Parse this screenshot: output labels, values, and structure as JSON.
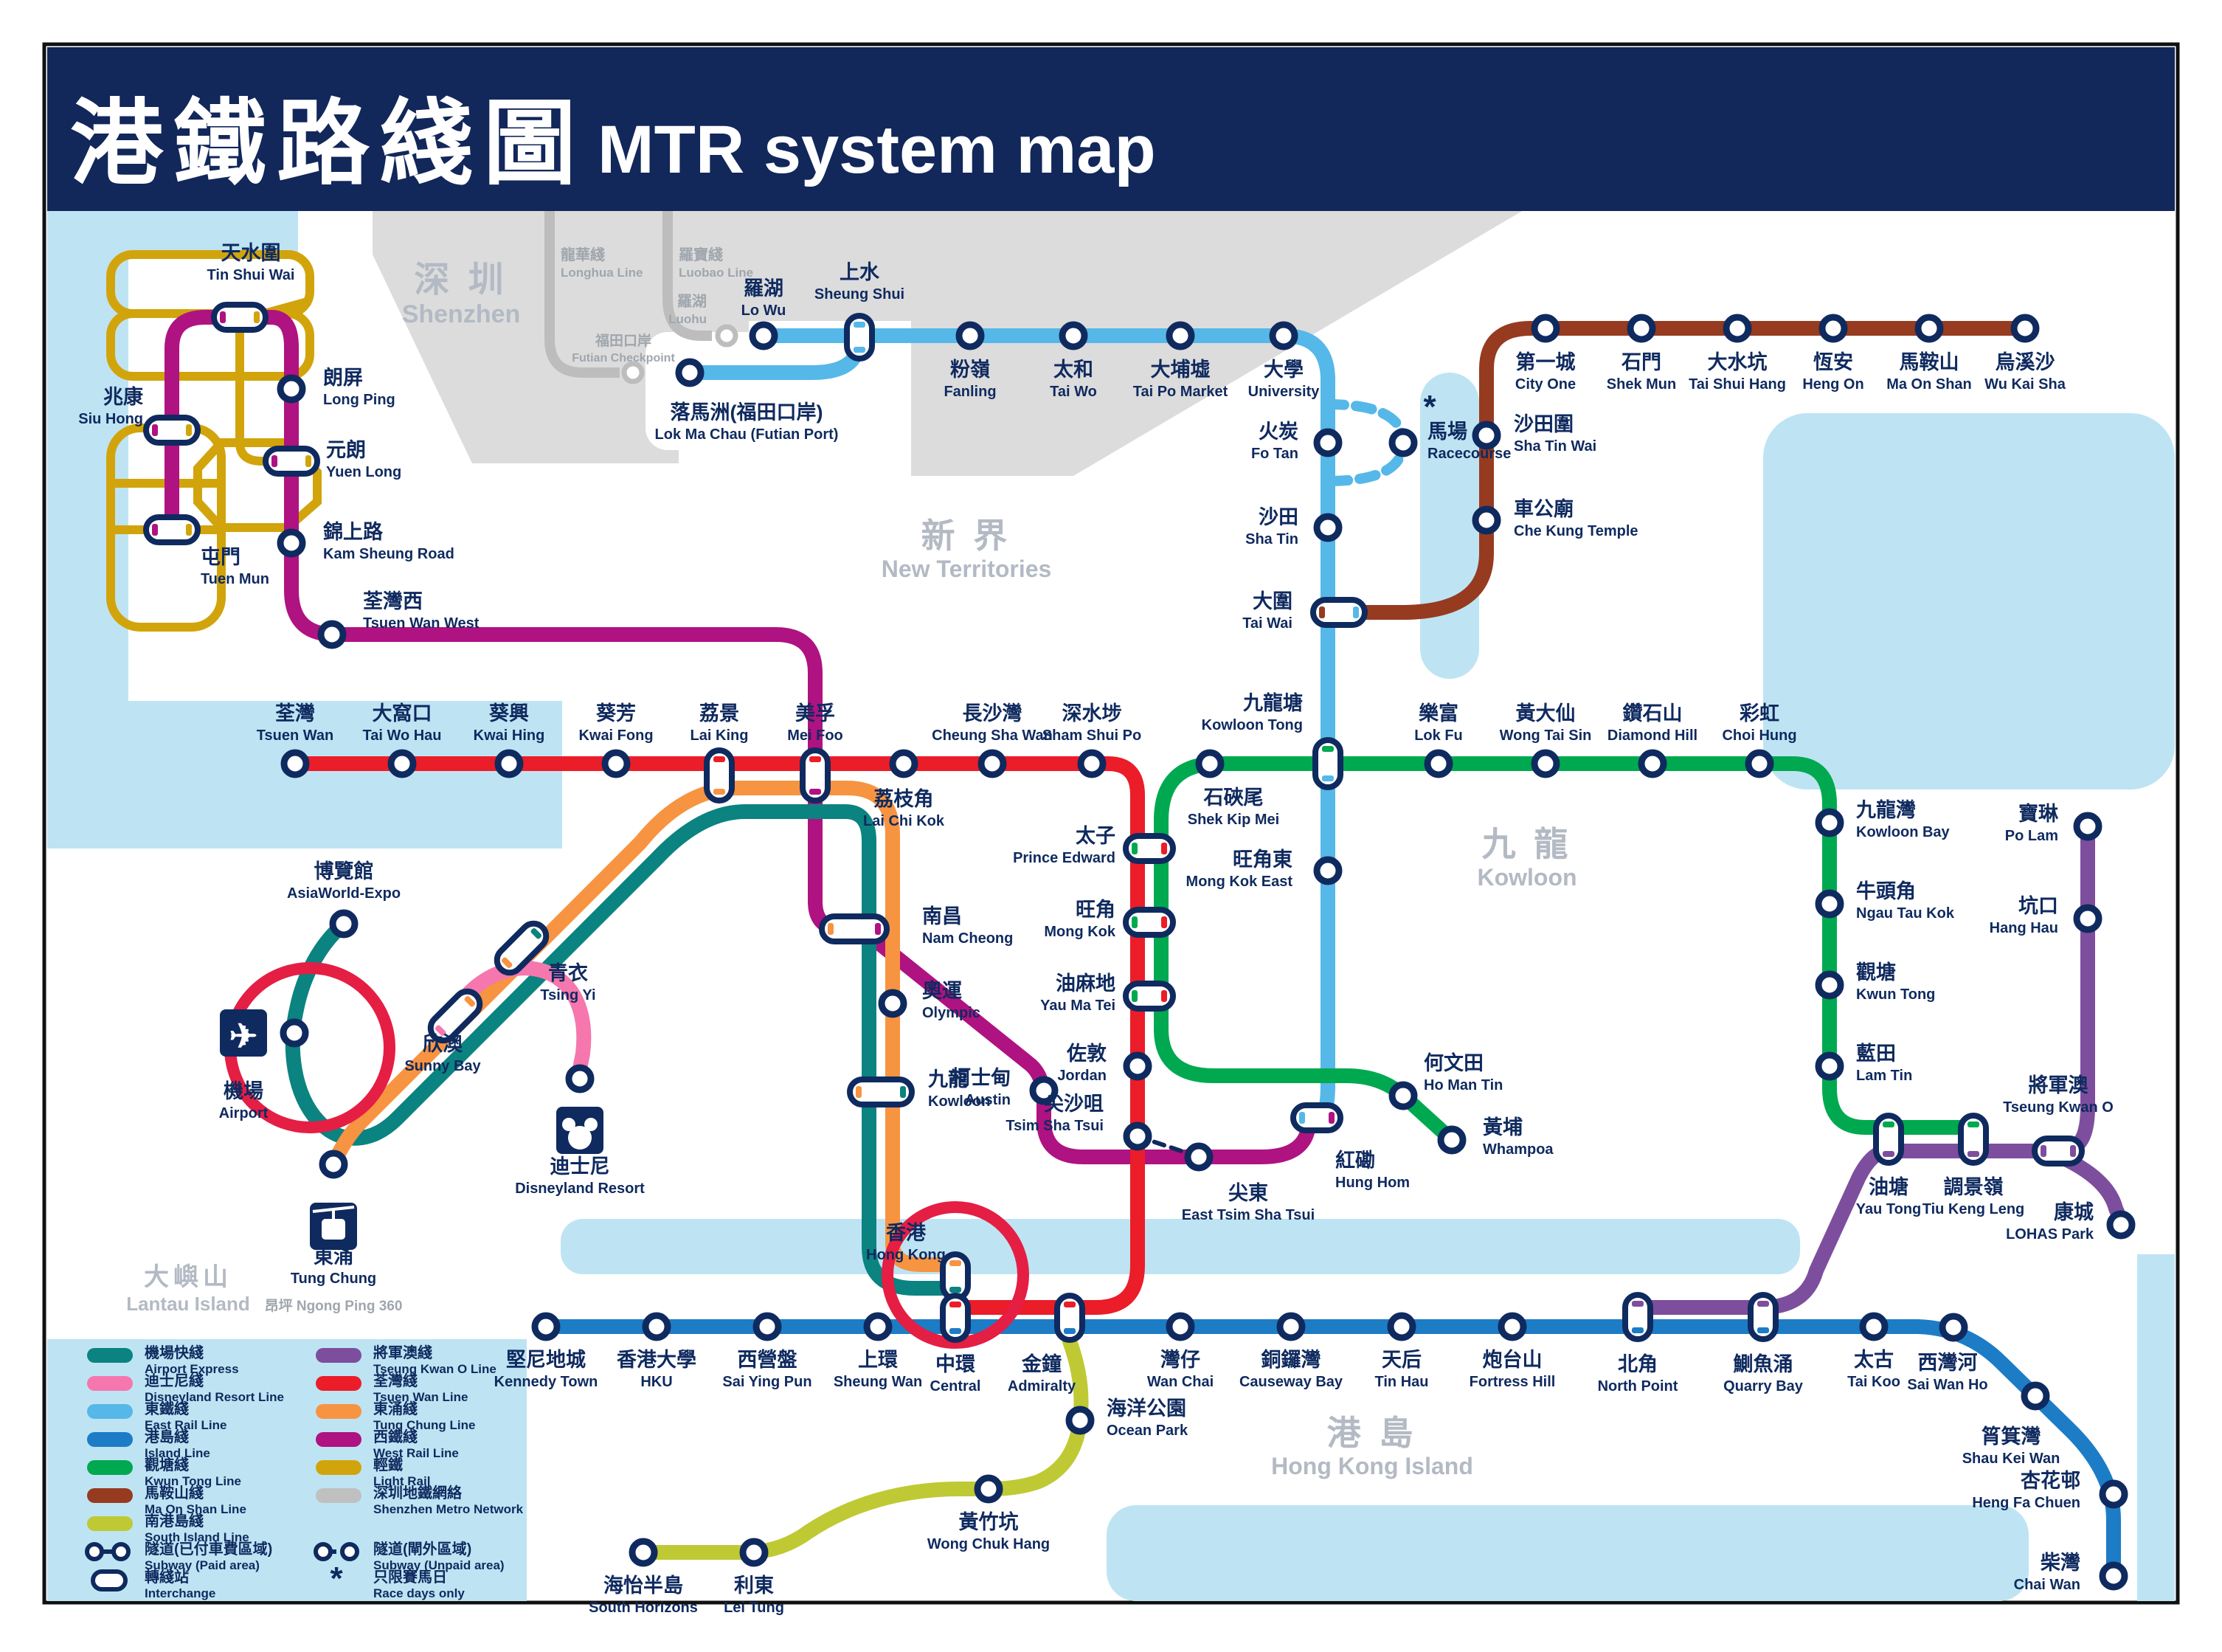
{
  "title": {
    "zh": "港鐵路綫圖",
    "en": "MTR system map"
  },
  "colors": {
    "navy": "#0F2A5F",
    "title_bar": "#12275A",
    "water": "#BEE4F3",
    "shenzhen_area": "#DCDCDC",
    "shenzhen_line": "#BDBDBD",
    "region_text": "#B3BAC4",
    "highlight_ring": "#E51E44"
  },
  "regions": {
    "shenzhen": {
      "zh": "深 圳",
      "en": "Shenzhen"
    },
    "new_territories": {
      "zh": "新 界",
      "en": "New Territories"
    },
    "kowloon": {
      "zh": "九 龍",
      "en": "Kowloon"
    },
    "hong_kong_island": {
      "zh": "港 島",
      "en": "Hong Kong Island"
    },
    "lantau_island": {
      "zh": "大嶼山",
      "en": "Lantau Island"
    }
  },
  "shenzhen_network": {
    "longhua_line": {
      "zh": "龍華綫",
      "en": "Longhua Line"
    },
    "luobao_line": {
      "zh": "羅寶綫",
      "en": "Luobao Line"
    },
    "luohu": {
      "zh": "羅湖",
      "en": "Luohu"
    },
    "futian_checkpoint": {
      "zh": "福田口岸",
      "en": "Futian Checkpoint"
    }
  },
  "notes": {
    "lok_ma_chau_suffix_zh": "(福田口岸)",
    "lok_ma_chau_suffix_en": "(Futian Port)",
    "ngong_ping": {
      "zh": "昂坪",
      "en": "Ngong Ping 360"
    },
    "racecourse_mark": "*"
  },
  "lines": [
    {
      "id": "ael",
      "zh": "機場快綫",
      "en": "Airport Express",
      "color": "#0B8380",
      "stations": [
        "asiaworld_expo",
        "airport",
        "tsing_yi",
        "kowloon",
        "hong_kong"
      ]
    },
    {
      "id": "drl",
      "zh": "迪士尼綫",
      "en": "Disneyland Resort Line",
      "color": "#F577AE",
      "stations": [
        "sunny_bay",
        "disneyland_resort"
      ]
    },
    {
      "id": "erl",
      "zh": "東鐵綫",
      "en": "East Rail Line",
      "color": "#55B8E8",
      "stations": [
        "lo_wu",
        "lok_ma_chau",
        "sheung_shui",
        "fanling",
        "tai_wo",
        "tai_po_market",
        "university",
        "fo_tan",
        "racecourse",
        "sha_tin",
        "tai_wai",
        "kowloon_tong",
        "mong_kok_east",
        "hung_hom"
      ]
    },
    {
      "id": "isl",
      "zh": "港島綫",
      "en": "Island Line",
      "color": "#1D7CC6",
      "stations": [
        "kennedy_town",
        "hku",
        "sai_ying_pun",
        "sheung_wan",
        "central",
        "admiralty",
        "wan_chai",
        "causeway_bay",
        "tin_hau",
        "fortress_hill",
        "north_point",
        "quarry_bay",
        "tai_koo",
        "sai_wan_ho",
        "shau_kei_wan",
        "heng_fa_chuen",
        "chai_wan"
      ]
    },
    {
      "id": "ktl",
      "zh": "觀塘綫",
      "en": "Kwun Tong Line",
      "color": "#00A950",
      "stations": [
        "whampoa",
        "ho_man_tin",
        "yau_ma_tei",
        "mong_kok",
        "prince_edward",
        "shek_kip_mei",
        "kowloon_tong",
        "lok_fu",
        "wong_tai_sin",
        "diamond_hill",
        "choi_hung",
        "kowloon_bay",
        "ngau_tau_kok",
        "kwun_tong",
        "lam_tin",
        "yau_tong",
        "tiu_keng_leng"
      ]
    },
    {
      "id": "mol",
      "zh": "馬鞍山綫",
      "en": "Ma On Shan Line",
      "color": "#963B20",
      "stations": [
        "wu_kai_sha",
        "ma_on_shan",
        "heng_on",
        "tai_shui_hang",
        "shek_mun",
        "city_one",
        "sha_tin_wai",
        "che_kung_temple",
        "tai_wai"
      ]
    },
    {
      "id": "sil",
      "zh": "南港島綫",
      "en": "South Island Line",
      "color": "#BFC934",
      "stations": [
        "admiralty",
        "ocean_park",
        "wong_chuk_hang",
        "lei_tung",
        "south_horizons"
      ]
    },
    {
      "id": "tkl",
      "zh": "將軍澳綫",
      "en": "Tseung Kwan O Line",
      "color": "#7D4E9D",
      "stations": [
        "north_point",
        "quarry_bay",
        "yau_tong",
        "tiu_keng_leng",
        "tseung_kwan_o",
        "hang_hau",
        "po_lam",
        "lohas_park"
      ]
    },
    {
      "id": "twl",
      "zh": "荃灣綫",
      "en": "Tsuen Wan Line",
      "color": "#EB1D28",
      "stations": [
        "tsuen_wan",
        "tai_wo_hau",
        "kwai_hing",
        "kwai_fong",
        "lai_king",
        "mei_foo",
        "lai_chi_kok",
        "cheung_sha_wan",
        "sham_shui_po",
        "prince_edward",
        "mong_kok",
        "yau_ma_tei",
        "jordan",
        "tsim_sha_tsui",
        "admiralty",
        "central"
      ]
    },
    {
      "id": "tcl",
      "zh": "東涌綫",
      "en": "Tung Chung Line",
      "color": "#F79441",
      "stations": [
        "tung_chung",
        "sunny_bay",
        "tsing_yi",
        "lai_king",
        "nam_cheong",
        "olympic",
        "kowloon",
        "hong_kong"
      ]
    },
    {
      "id": "wrl",
      "zh": "西鐵綫",
      "en": "West Rail Line",
      "color": "#AF1281",
      "stations": [
        "tuen_mun",
        "siu_hong",
        "tin_shui_wai",
        "long_ping",
        "yuen_long",
        "kam_sheung_road",
        "tsuen_wan_west",
        "mei_foo",
        "nam_cheong",
        "austin",
        "east_tsim_sha_tsui",
        "hung_hom"
      ]
    },
    {
      "id": "lr",
      "zh": "輕鐵",
      "en": "Light Rail",
      "color": "#D2A40C",
      "stations": []
    },
    {
      "id": "szn",
      "zh": "深圳地鐵網絡",
      "en": "Shenzhen Metro Network",
      "color": "#C0C0C0",
      "stations": []
    }
  ],
  "stations": {
    "lo_wu": {
      "zh": "羅湖",
      "en": "Lo Wu"
    },
    "lok_ma_chau": {
      "zh": "落馬洲",
      "en": "Lok Ma Chau"
    },
    "sheung_shui": {
      "zh": "上水",
      "en": "Sheung Shui"
    },
    "fanling": {
      "zh": "粉嶺",
      "en": "Fanling"
    },
    "tai_wo": {
      "zh": "太和",
      "en": "Tai Wo"
    },
    "tai_po_market": {
      "zh": "大埔墟",
      "en": "Tai Po Market"
    },
    "university": {
      "zh": "大學",
      "en": "University"
    },
    "fo_tan": {
      "zh": "火炭",
      "en": "Fo Tan"
    },
    "racecourse": {
      "zh": "馬場",
      "en": "Racecourse"
    },
    "sha_tin": {
      "zh": "沙田",
      "en": "Sha Tin"
    },
    "tai_wai": {
      "zh": "大圍",
      "en": "Tai Wai"
    },
    "kowloon_tong": {
      "zh": "九龍塘",
      "en": "Kowloon Tong"
    },
    "mong_kok_east": {
      "zh": "旺角東",
      "en": "Mong Kok East"
    },
    "hung_hom": {
      "zh": "紅磡",
      "en": "Hung Hom"
    },
    "wu_kai_sha": {
      "zh": "烏溪沙",
      "en": "Wu Kai Sha"
    },
    "ma_on_shan": {
      "zh": "馬鞍山",
      "en": "Ma On Shan"
    },
    "heng_on": {
      "zh": "恆安",
      "en": "Heng On"
    },
    "tai_shui_hang": {
      "zh": "大水坑",
      "en": "Tai Shui Hang"
    },
    "shek_mun": {
      "zh": "石門",
      "en": "Shek Mun"
    },
    "city_one": {
      "zh": "第一城",
      "en": "City One"
    },
    "sha_tin_wai": {
      "zh": "沙田圍",
      "en": "Sha Tin Wai"
    },
    "che_kung_temple": {
      "zh": "車公廟",
      "en": "Che Kung Temple"
    },
    "tuen_mun": {
      "zh": "屯門",
      "en": "Tuen Mun"
    },
    "siu_hong": {
      "zh": "兆康",
      "en": "Siu Hong"
    },
    "tin_shui_wai": {
      "zh": "天水圍",
      "en": "Tin Shui Wai"
    },
    "long_ping": {
      "zh": "朗屏",
      "en": "Long Ping"
    },
    "yuen_long": {
      "zh": "元朗",
      "en": "Yuen Long"
    },
    "kam_sheung_road": {
      "zh": "錦上路",
      "en": "Kam Sheung Road"
    },
    "tsuen_wan_west": {
      "zh": "荃灣西",
      "en": "Tsuen Wan West"
    },
    "mei_foo": {
      "zh": "美孚",
      "en": "Mei Foo"
    },
    "nam_cheong": {
      "zh": "南昌",
      "en": "Nam Cheong"
    },
    "austin": {
      "zh": "柯士甸",
      "en": "Austin"
    },
    "east_tsim_sha_tsui": {
      "zh": "尖東",
      "en": "East Tsim Sha Tsui"
    },
    "tsuen_wan": {
      "zh": "荃灣",
      "en": "Tsuen Wan"
    },
    "tai_wo_hau": {
      "zh": "大窩口",
      "en": "Tai Wo Hau"
    },
    "kwai_hing": {
      "zh": "葵興",
      "en": "Kwai Hing"
    },
    "kwai_fong": {
      "zh": "葵芳",
      "en": "Kwai Fong"
    },
    "lai_king": {
      "zh": "荔景",
      "en": "Lai King"
    },
    "lai_chi_kok": {
      "zh": "荔枝角",
      "en": "Lai Chi Kok"
    },
    "cheung_sha_wan": {
      "zh": "長沙灣",
      "en": "Cheung Sha Wan"
    },
    "sham_shui_po": {
      "zh": "深水埗",
      "en": "Sham Shui Po"
    },
    "prince_edward": {
      "zh": "太子",
      "en": "Prince Edward"
    },
    "mong_kok": {
      "zh": "旺角",
      "en": "Mong Kok"
    },
    "yau_ma_tei": {
      "zh": "油麻地",
      "en": "Yau Ma Tei"
    },
    "jordan": {
      "zh": "佐敦",
      "en": "Jordan"
    },
    "tsim_sha_tsui": {
      "zh": "尖沙咀",
      "en": "Tsim Sha Tsui"
    },
    "shek_kip_mei": {
      "zh": "石硤尾",
      "en": "Shek Kip Mei"
    },
    "lok_fu": {
      "zh": "樂富",
      "en": "Lok Fu"
    },
    "wong_tai_sin": {
      "zh": "黃大仙",
      "en": "Wong Tai Sin"
    },
    "diamond_hill": {
      "zh": "鑽石山",
      "en": "Diamond Hill"
    },
    "choi_hung": {
      "zh": "彩虹",
      "en": "Choi Hung"
    },
    "kowloon_bay": {
      "zh": "九龍灣",
      "en": "Kowloon Bay"
    },
    "ngau_tau_kok": {
      "zh": "牛頭角",
      "en": "Ngau Tau Kok"
    },
    "kwun_tong": {
      "zh": "觀塘",
      "en": "Kwun Tong"
    },
    "lam_tin": {
      "zh": "藍田",
      "en": "Lam Tin"
    },
    "yau_tong": {
      "zh": "油塘",
      "en": "Yau Tong"
    },
    "tiu_keng_leng": {
      "zh": "調景嶺",
      "en": "Tiu Keng Leng"
    },
    "tseung_kwan_o": {
      "zh": "將軍澳",
      "en": "Tseung Kwan O"
    },
    "hang_hau": {
      "zh": "坑口",
      "en": "Hang Hau"
    },
    "po_lam": {
      "zh": "寶琳",
      "en": "Po Lam"
    },
    "lohas_park": {
      "zh": "康城",
      "en": "LOHAS Park"
    },
    "whampoa": {
      "zh": "黃埔",
      "en": "Whampoa"
    },
    "ho_man_tin": {
      "zh": "何文田",
      "en": "Ho Man Tin"
    },
    "kennedy_town": {
      "zh": "堅尼地城",
      "en": "Kennedy Town"
    },
    "hku": {
      "zh": "香港大學",
      "en": "HKU"
    },
    "sai_ying_pun": {
      "zh": "西營盤",
      "en": "Sai Ying Pun"
    },
    "sheung_wan": {
      "zh": "上環",
      "en": "Sheung Wan"
    },
    "central": {
      "zh": "中環",
      "en": "Central"
    },
    "admiralty": {
      "zh": "金鐘",
      "en": "Admiralty"
    },
    "wan_chai": {
      "zh": "灣仔",
      "en": "Wan Chai"
    },
    "causeway_bay": {
      "zh": "銅鑼灣",
      "en": "Causeway Bay"
    },
    "tin_hau": {
      "zh": "天后",
      "en": "Tin Hau"
    },
    "fortress_hill": {
      "zh": "炮台山",
      "en": "Fortress Hill"
    },
    "north_point": {
      "zh": "北角",
      "en": "North Point"
    },
    "quarry_bay": {
      "zh": "鰂魚涌",
      "en": "Quarry Bay"
    },
    "tai_koo": {
      "zh": "太古",
      "en": "Tai Koo"
    },
    "sai_wan_ho": {
      "zh": "西灣河",
      "en": "Sai Wan Ho"
    },
    "shau_kei_wan": {
      "zh": "筲箕灣",
      "en": "Shau Kei Wan"
    },
    "heng_fa_chuen": {
      "zh": "杏花邨",
      "en": "Heng Fa Chuen"
    },
    "chai_wan": {
      "zh": "柴灣",
      "en": "Chai Wan"
    },
    "ocean_park": {
      "zh": "海洋公園",
      "en": "Ocean Park"
    },
    "wong_chuk_hang": {
      "zh": "黃竹坑",
      "en": "Wong Chuk Hang"
    },
    "lei_tung": {
      "zh": "利東",
      "en": "Lei Tung"
    },
    "south_horizons": {
      "zh": "海怡半島",
      "en": "South Horizons"
    },
    "tung_chung": {
      "zh": "東涌",
      "en": "Tung Chung"
    },
    "sunny_bay": {
      "zh": "欣澳",
      "en": "Sunny Bay"
    },
    "disneyland_resort": {
      "zh": "迪士尼",
      "en": "Disneyland Resort"
    },
    "tsing_yi": {
      "zh": "青衣",
      "en": "Tsing Yi"
    },
    "olympic": {
      "zh": "奧運",
      "en": "Olympic"
    },
    "kowloon": {
      "zh": "九龍",
      "en": "Kowloon"
    },
    "hong_kong": {
      "zh": "香港",
      "en": "Hong Kong"
    },
    "airport": {
      "zh": "機場",
      "en": "Airport"
    },
    "asiaworld_expo": {
      "zh": "博覽館",
      "en": "AsiaWorld-Expo"
    }
  },
  "legend": {
    "left_column_line_ids": [
      "ael",
      "drl",
      "erl",
      "isl",
      "ktl",
      "mol",
      "sil"
    ],
    "right_column_line_ids": [
      "tkl",
      "twl",
      "tcl",
      "wrl",
      "lr",
      "szn"
    ],
    "markers": [
      {
        "id": "subway_paid",
        "zh": "隧道(已付車費區域)",
        "en": "Subway (Paid area)"
      },
      {
        "id": "subway_unpaid",
        "zh": "隧道(閘外區域)",
        "en": "Subway (Unpaid area)"
      },
      {
        "id": "interchange",
        "zh": "轉綫站",
        "en": "Interchange"
      },
      {
        "id": "race_days",
        "zh": "只限賽馬日",
        "en": "Race days only"
      }
    ]
  }
}
